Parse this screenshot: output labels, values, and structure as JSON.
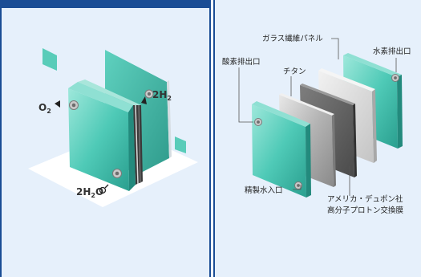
{
  "left_diagram": {
    "o2": {
      "main": "O",
      "sub": "2"
    },
    "h2": {
      "coef": "2H",
      "sub": "2"
    },
    "h2o": {
      "coef": "2H",
      "sub": "2",
      "tail": "O"
    }
  },
  "right_diagram": {
    "labels": {
      "glass_panel": "ガラス繊維パネル",
      "hydrogen_outlet": "水素排出口",
      "oxygen_outlet": "酸素排出口",
      "titanium": "チタン",
      "purified_water_inlet": "精製水入口",
      "membrane_line1": "アメリカ・デュポン社",
      "membrane_line2": "高分子プロトン交換膜"
    }
  },
  "colors": {
    "header": "#1a4d95",
    "background": "#e6f0fb",
    "teal": "#3ec5b1",
    "titanium": "#b9b9b9",
    "membrane": "#5e5e5e"
  }
}
